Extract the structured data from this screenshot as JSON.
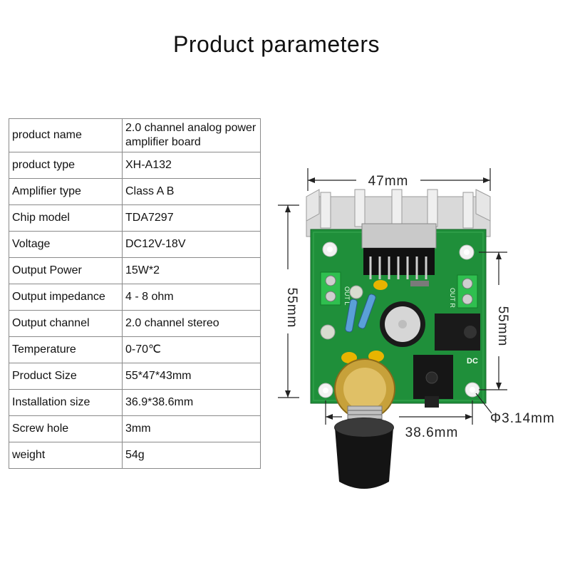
{
  "title": "Product parameters",
  "params": [
    {
      "key": "product name",
      "value": "2.0 channel analog power amplifier board"
    },
    {
      "key": "product type",
      "value": "XH-A132"
    },
    {
      "key": "Amplifier type",
      "value": "Class A B"
    },
    {
      "key": "Chip model",
      "value": "TDA7297"
    },
    {
      "key": "Voltage",
      "value": "DC12V-18V"
    },
    {
      "key": "Output Power",
      "value": "15W*2"
    },
    {
      "key": "Output impedance",
      "value": "4 - 8 ohm"
    },
    {
      "key": "Output channel",
      "value": "2.0 channel stereo"
    },
    {
      "key": "Temperature",
      "value": "0-70℃"
    },
    {
      "key": "Product Size",
      "value": "55*47*43mm"
    },
    {
      "key": "Installation size",
      "value": "36.9*38.6mm"
    },
    {
      "key": "Screw hole",
      "value": "3mm"
    },
    {
      "key": "weight",
      "value": "54g"
    }
  ],
  "dimensions": {
    "width_top": "47mm",
    "height_left": "55mm",
    "height_right": "55mm",
    "hole_spacing": "38.6mm",
    "hole_diameter": "Φ3.14mm"
  },
  "board_labels": {
    "dc": "DC",
    "out_left": "OUT L",
    "out_right": "OUT R"
  },
  "colors": {
    "pcb": "#1f8f3a",
    "heatsink": "#d9d9d9",
    "capacitor": "#e8b400",
    "knob": "#1a1a1a"
  }
}
